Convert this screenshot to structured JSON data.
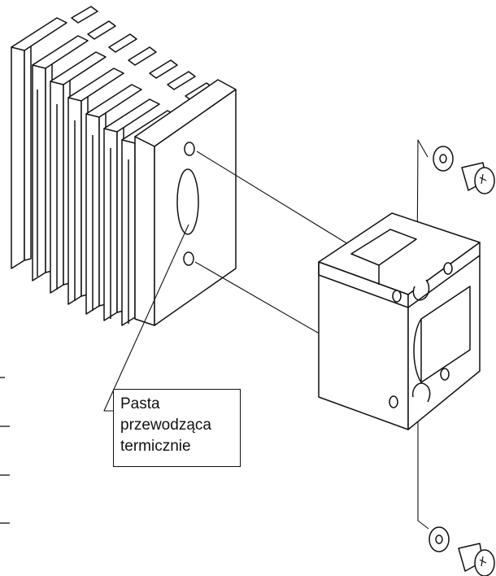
{
  "callout": {
    "lines": [
      "Pasta",
      "przewodząca",
      "termicznie"
    ]
  }
}
